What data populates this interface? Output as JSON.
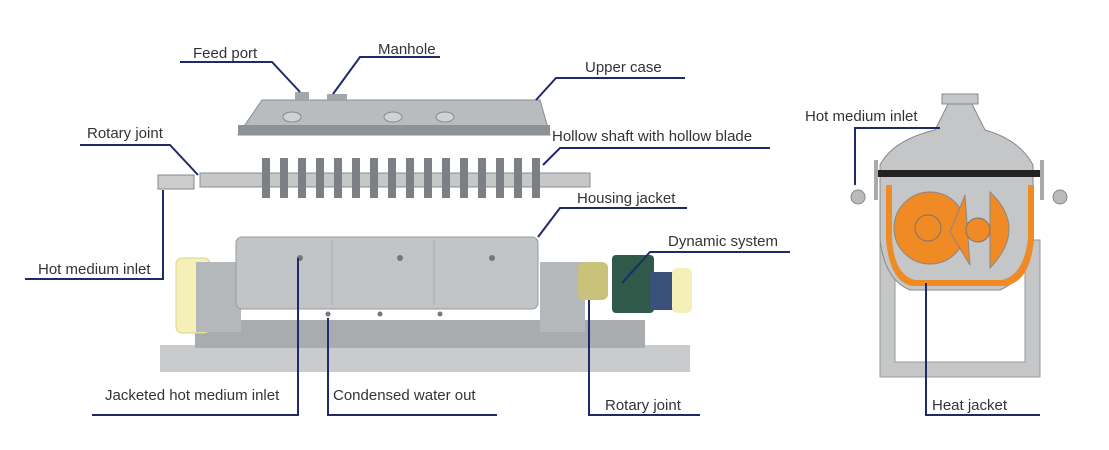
{
  "labels": {
    "feed_port": "Feed port",
    "manhole": "Manhole",
    "upper_case": "Upper case",
    "rotary_joint_top": "Rotary joint",
    "hollow_shaft": "Hollow shaft with hollow blade",
    "housing_jacket": "Housing jacket",
    "hot_medium_inlet_left": "Hot medium inlet",
    "dynamic_system": "Dynamic system",
    "jacketed_inlet": "Jacketed hot medium inlet",
    "condensed_water": "Condensed water out",
    "rotary_joint_bottom": "Rotary joint",
    "hot_medium_inlet_right": "Hot medium inlet",
    "heat_jacket": "Heat jacket"
  },
  "colors": {
    "leader": "#1f2a6b",
    "steel": "#b9bcbf",
    "blade": "#f08a24",
    "motor": "#2f5a4a"
  }
}
